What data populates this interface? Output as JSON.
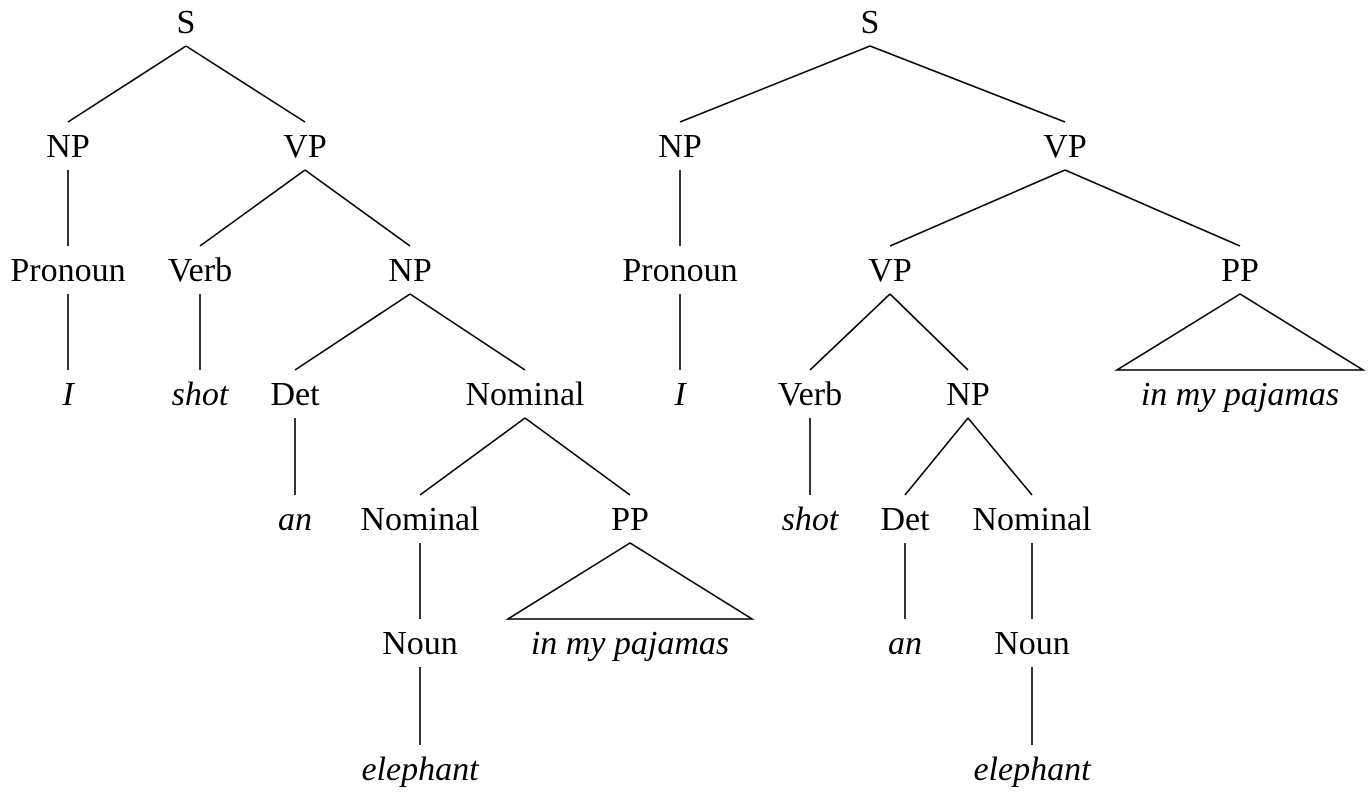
{
  "trees": [
    {
      "id": "left",
      "nodes": [
        {
          "id": "s",
          "label": "S"
        },
        {
          "id": "np1",
          "label": "NP"
        },
        {
          "id": "vp1",
          "label": "VP"
        },
        {
          "id": "pron",
          "label": "Pronoun"
        },
        {
          "id": "i",
          "label": "I",
          "word": true
        },
        {
          "id": "verb",
          "label": "Verb"
        },
        {
          "id": "shot",
          "label": "shot",
          "word": true
        },
        {
          "id": "np2",
          "label": "NP"
        },
        {
          "id": "det",
          "label": "Det"
        },
        {
          "id": "an",
          "label": "an",
          "word": true
        },
        {
          "id": "nom1",
          "label": "Nominal"
        },
        {
          "id": "nom2",
          "label": "Nominal"
        },
        {
          "id": "noun",
          "label": "Noun"
        },
        {
          "id": "eleph",
          "label": "elephant",
          "word": true
        },
        {
          "id": "pp",
          "label": "PP"
        },
        {
          "id": "pp_words",
          "label": "in my pajamas",
          "word": true
        }
      ],
      "edges": [
        [
          "s",
          "np1"
        ],
        [
          "s",
          "vp1"
        ],
        [
          "np1",
          "pron"
        ],
        [
          "pron",
          "i"
        ],
        [
          "vp1",
          "verb"
        ],
        [
          "vp1",
          "np2"
        ],
        [
          "verb",
          "shot"
        ],
        [
          "np2",
          "det"
        ],
        [
          "np2",
          "nom1"
        ],
        [
          "det",
          "an"
        ],
        [
          "nom1",
          "nom2"
        ],
        [
          "nom1",
          "pp"
        ],
        [
          "nom2",
          "noun"
        ],
        [
          "noun",
          "eleph"
        ]
      ],
      "triangles": [
        [
          "pp",
          "pp_words"
        ]
      ]
    },
    {
      "id": "right",
      "nodes": [
        {
          "id": "s",
          "label": "S"
        },
        {
          "id": "np1",
          "label": "NP"
        },
        {
          "id": "vp1",
          "label": "VP"
        },
        {
          "id": "pron",
          "label": "Pronoun"
        },
        {
          "id": "i",
          "label": "I",
          "word": true
        },
        {
          "id": "vp2",
          "label": "VP"
        },
        {
          "id": "pp",
          "label": "PP"
        },
        {
          "id": "pp_words",
          "label": "in my pajamas",
          "word": true
        },
        {
          "id": "verb",
          "label": "Verb"
        },
        {
          "id": "shot",
          "label": "shot",
          "word": true
        },
        {
          "id": "np2",
          "label": "NP"
        },
        {
          "id": "det",
          "label": "Det"
        },
        {
          "id": "an",
          "label": "an",
          "word": true
        },
        {
          "id": "nom",
          "label": "Nominal"
        },
        {
          "id": "noun",
          "label": "Noun"
        },
        {
          "id": "eleph",
          "label": "elephant",
          "word": true
        }
      ],
      "edges": [
        [
          "s",
          "np1"
        ],
        [
          "s",
          "vp1"
        ],
        [
          "np1",
          "pron"
        ],
        [
          "pron",
          "i"
        ],
        [
          "vp1",
          "vp2"
        ],
        [
          "vp1",
          "pp"
        ],
        [
          "vp2",
          "verb"
        ],
        [
          "vp2",
          "np2"
        ],
        [
          "verb",
          "shot"
        ],
        [
          "np2",
          "det"
        ],
        [
          "np2",
          "nom"
        ],
        [
          "det",
          "an"
        ],
        [
          "nom",
          "noun"
        ],
        [
          "noun",
          "eleph"
        ]
      ],
      "triangles": [
        [
          "pp",
          "pp_words"
        ]
      ]
    }
  ]
}
